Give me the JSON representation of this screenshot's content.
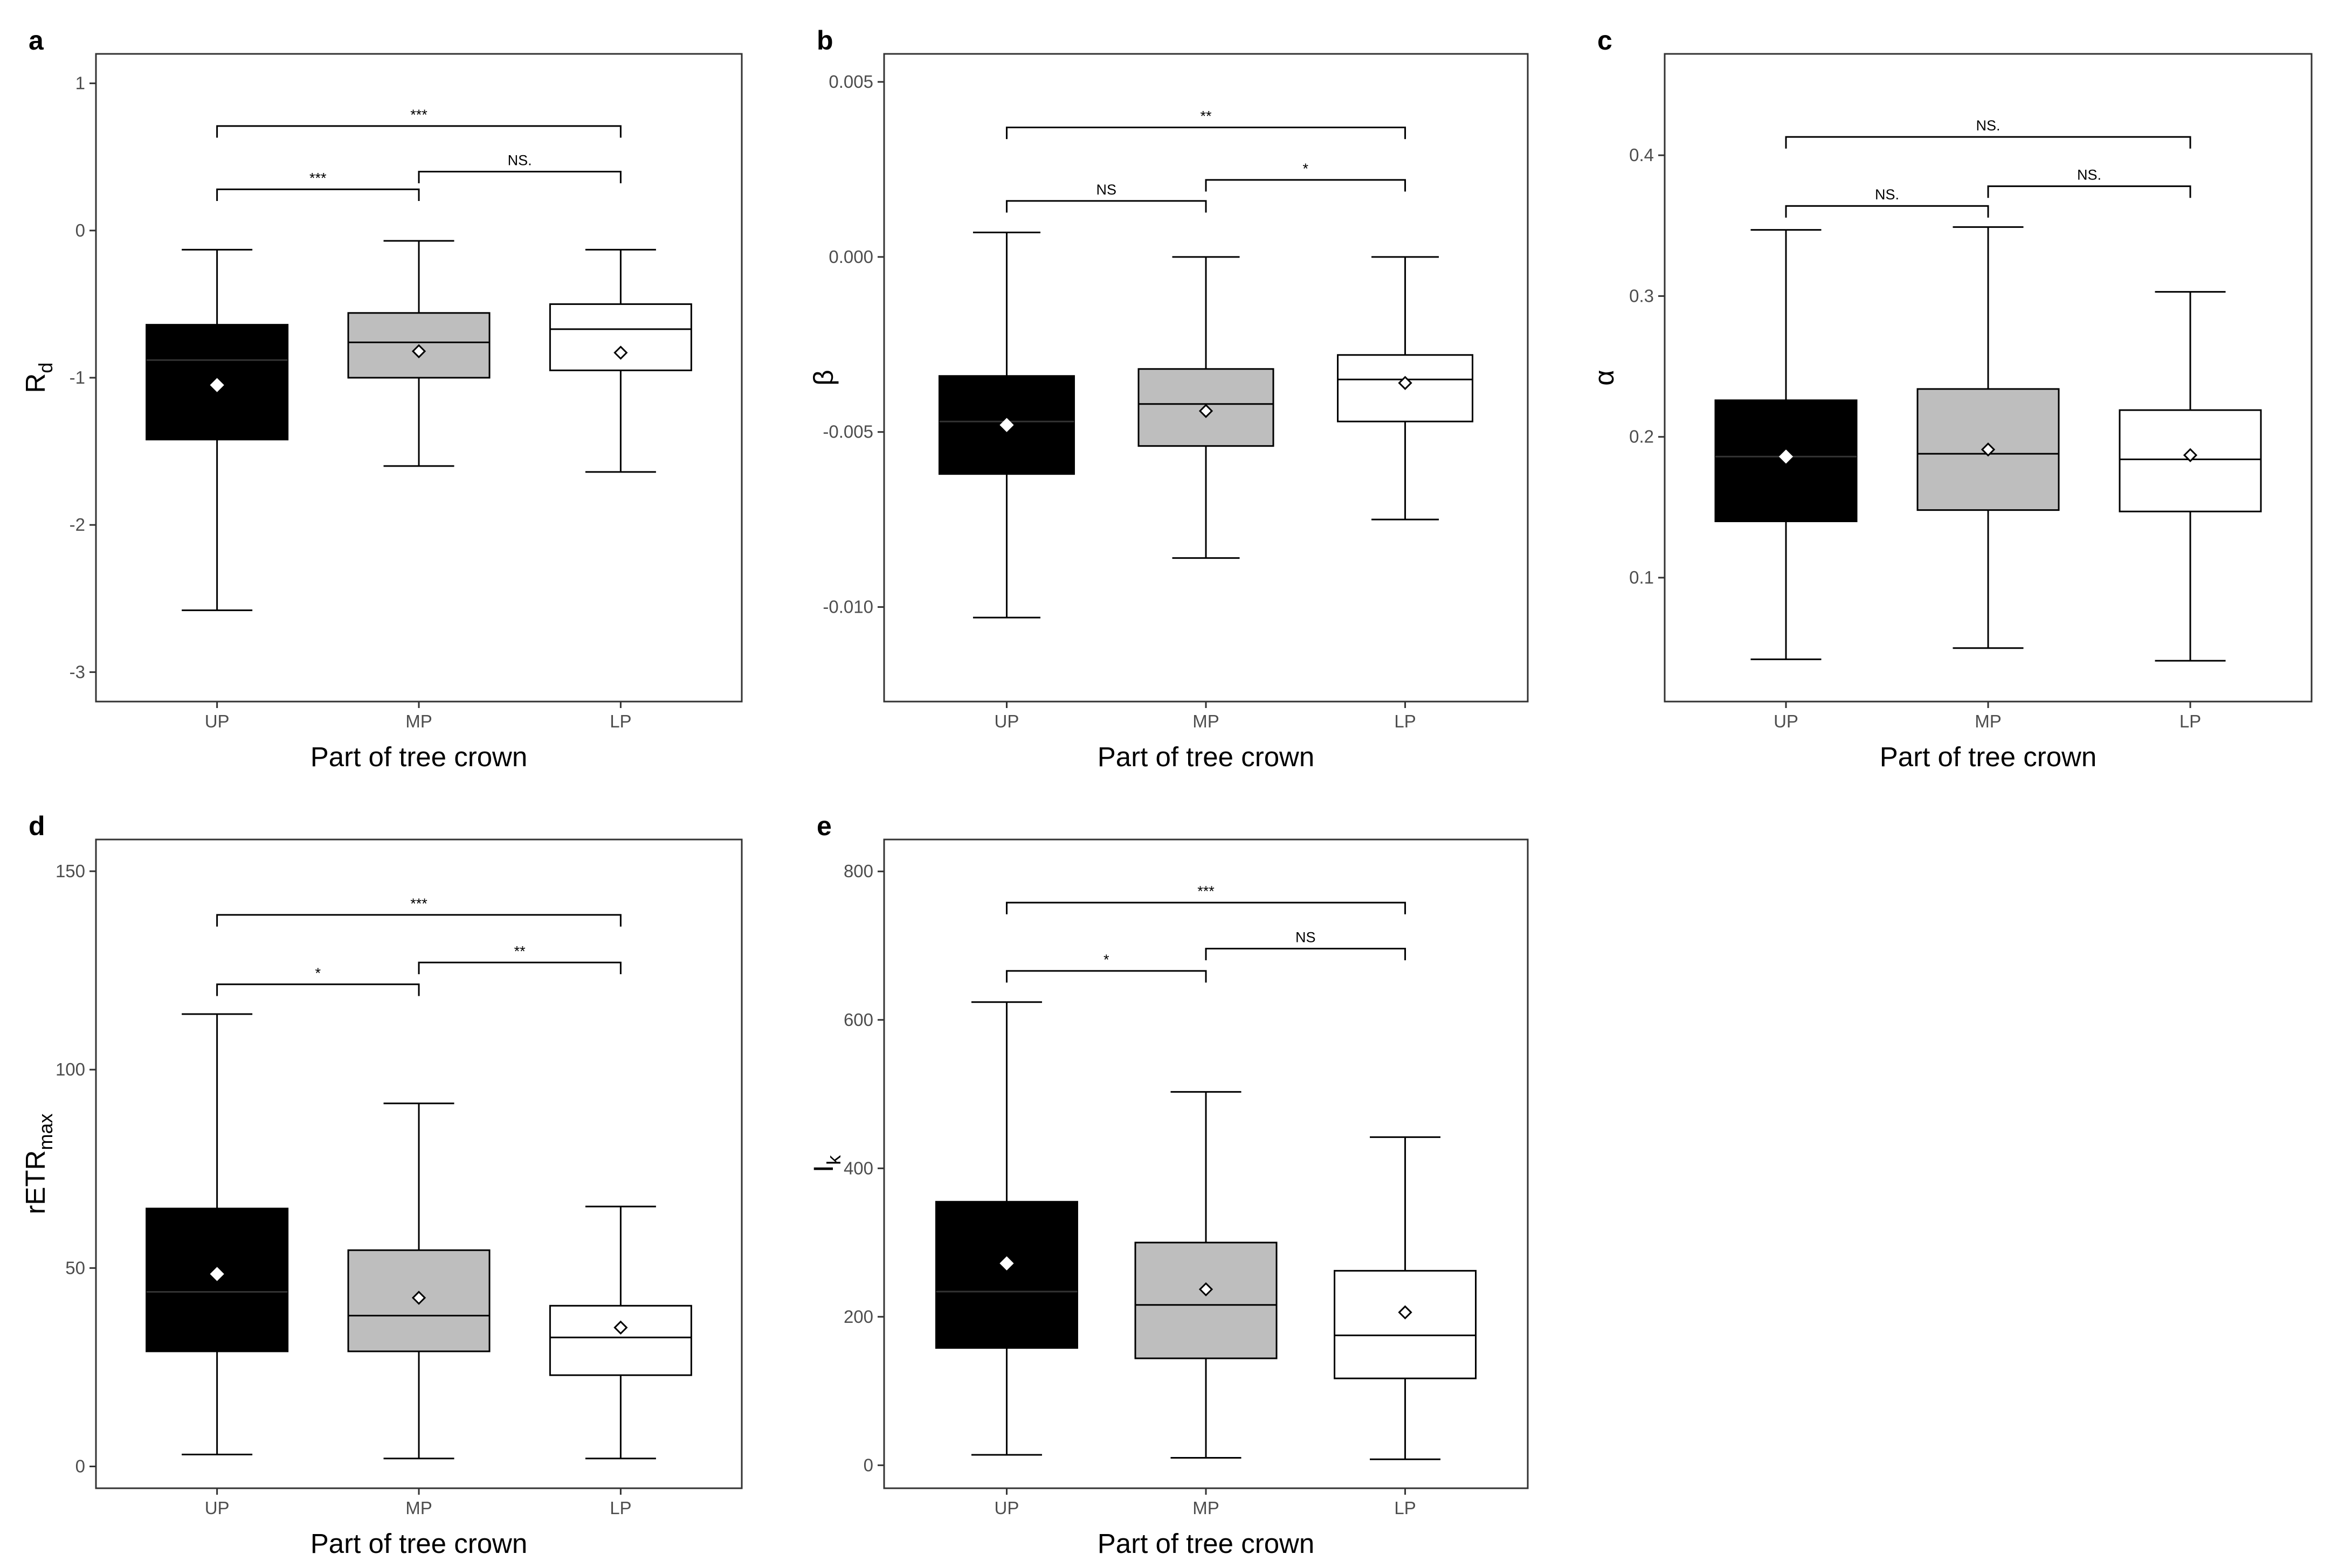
{
  "chart_data": [
    {
      "type": "box",
      "panel": "a",
      "xlabel": "Part of tree crown",
      "ylabel": "R",
      "ylabel_sub": "d",
      "ylim": [
        -3.2,
        1.2
      ],
      "yticks": [
        1,
        0,
        -1,
        -2,
        -3
      ],
      "ytick_labels": [
        "1",
        "0",
        "-1",
        "-2",
        "-3"
      ],
      "categories": [
        "UP",
        "MP",
        "LP"
      ],
      "fills": [
        "#000000",
        "#bebebe",
        "#ffffff"
      ],
      "boxes": [
        {
          "min": -2.58,
          "q1": -1.42,
          "median": -0.88,
          "q3": -0.64,
          "max": -0.13,
          "mean": -1.05
        },
        {
          "min": -1.6,
          "q1": -1.0,
          "median": -0.76,
          "q3": -0.56,
          "max": -0.07,
          "mean": -0.82
        },
        {
          "min": -1.64,
          "q1": -0.95,
          "median": -0.67,
          "q3": -0.5,
          "max": -0.13,
          "mean": -0.83
        }
      ],
      "comparisons": [
        {
          "from": 0,
          "to": 2,
          "y": 0.71,
          "label": "***"
        },
        {
          "from": 0,
          "to": 1,
          "y": 0.28,
          "label": "***"
        },
        {
          "from": 1,
          "to": 2,
          "y": 0.4,
          "label": "NS."
        }
      ]
    },
    {
      "type": "box",
      "panel": "b",
      "xlabel": "Part of tree crown",
      "ylabel": "β",
      "ylabel_sub": "",
      "ylim": [
        -0.0127,
        0.0058
      ],
      "yticks": [
        0.005,
        0.0,
        -0.005,
        -0.01
      ],
      "ytick_labels": [
        "0.005",
        "0.000",
        "-0.005",
        "-0.010"
      ],
      "categories": [
        "UP",
        "MP",
        "LP"
      ],
      "fills": [
        "#000000",
        "#bebebe",
        "#ffffff"
      ],
      "boxes": [
        {
          "min": -0.0103,
          "q1": -0.0062,
          "median": -0.0047,
          "q3": -0.0034,
          "max": 0.0007,
          "mean": -0.0048
        },
        {
          "min": -0.0086,
          "q1": -0.0054,
          "median": -0.0042,
          "q3": -0.0032,
          "max": 0.0,
          "mean": -0.0044
        },
        {
          "min": -0.0075,
          "q1": -0.0047,
          "median": -0.0035,
          "q3": -0.0028,
          "max": 0.0,
          "mean": -0.0036
        }
      ],
      "comparisons": [
        {
          "from": 0,
          "to": 2,
          "y": 0.0037,
          "label": "**"
        },
        {
          "from": 0,
          "to": 1,
          "y": 0.0016,
          "label": "NS"
        },
        {
          "from": 1,
          "to": 2,
          "y": 0.0022,
          "label": "*"
        }
      ]
    },
    {
      "type": "box",
      "panel": "c",
      "xlabel": "Part of tree crown",
      "ylabel": "α",
      "ylabel_sub": "",
      "ylim": [
        0.012,
        0.472
      ],
      "yticks": [
        0.4,
        0.3,
        0.2,
        0.1
      ],
      "ytick_labels": [
        "0.4",
        "0.3",
        "0.2",
        "0.1"
      ],
      "categories": [
        "UP",
        "MP",
        "LP"
      ],
      "fills": [
        "#000000",
        "#bebebe",
        "#ffffff"
      ],
      "boxes": [
        {
          "min": 0.042,
          "q1": 0.14,
          "median": 0.186,
          "q3": 0.226,
          "max": 0.347,
          "mean": 0.186
        },
        {
          "min": 0.05,
          "q1": 0.148,
          "median": 0.188,
          "q3": 0.234,
          "max": 0.349,
          "mean": 0.191
        },
        {
          "min": 0.041,
          "q1": 0.147,
          "median": 0.184,
          "q3": 0.219,
          "max": 0.303,
          "mean": 0.187
        }
      ],
      "comparisons": [
        {
          "from": 0,
          "to": 2,
          "y": 0.413,
          "label": "NS."
        },
        {
          "from": 0,
          "to": 1,
          "y": 0.364,
          "label": "NS."
        },
        {
          "from": 1,
          "to": 2,
          "y": 0.378,
          "label": "NS."
        }
      ]
    },
    {
      "type": "box",
      "panel": "d",
      "xlabel": "Part of tree crown",
      "ylabel": "rETR",
      "ylabel_sub": "max",
      "ylim": [
        -5.5,
        158
      ],
      "yticks": [
        150,
        100,
        50,
        0
      ],
      "ytick_labels": [
        "150",
        "100",
        "50",
        "0"
      ],
      "categories": [
        "UP",
        "MP",
        "LP"
      ],
      "fills": [
        "#000000",
        "#bebebe",
        "#ffffff"
      ],
      "boxes": [
        {
          "min": 3,
          "q1": 29,
          "median": 44,
          "q3": 65,
          "max": 114,
          "mean": 48.5
        },
        {
          "min": 2,
          "q1": 29,
          "median": 38,
          "q3": 54.5,
          "max": 91.5,
          "mean": 42.5
        },
        {
          "min": 2,
          "q1": 23,
          "median": 32.5,
          "q3": 40.5,
          "max": 65.5,
          "mean": 35
        }
      ],
      "comparisons": [
        {
          "from": 0,
          "to": 2,
          "y": 139,
          "label": "***"
        },
        {
          "from": 0,
          "to": 1,
          "y": 121.5,
          "label": "*"
        },
        {
          "from": 1,
          "to": 2,
          "y": 127,
          "label": "**"
        }
      ]
    },
    {
      "type": "box",
      "panel": "e",
      "xlabel": "Part of tree crown",
      "ylabel": "I",
      "ylabel_sub": "k",
      "ylim": [
        -31,
        843
      ],
      "yticks": [
        800,
        600,
        400,
        200,
        0
      ],
      "ytick_labels": [
        "800",
        "600",
        "400",
        "200",
        "0"
      ],
      "categories": [
        "UP",
        "MP",
        "LP"
      ],
      "fills": [
        "#000000",
        "#bebebe",
        "#ffffff"
      ],
      "boxes": [
        {
          "min": 14,
          "q1": 158,
          "median": 234,
          "q3": 355,
          "max": 624,
          "mean": 272
        },
        {
          "min": 10,
          "q1": 144,
          "median": 216,
          "q3": 300,
          "max": 503,
          "mean": 237
        },
        {
          "min": 8,
          "q1": 117,
          "median": 175,
          "q3": 262,
          "max": 442,
          "mean": 206
        }
      ],
      "comparisons": [
        {
          "from": 0,
          "to": 2,
          "y": 758,
          "label": "***"
        },
        {
          "from": 0,
          "to": 1,
          "y": 666,
          "label": "*"
        },
        {
          "from": 1,
          "to": 2,
          "y": 696,
          "label": "NS"
        }
      ]
    }
  ]
}
